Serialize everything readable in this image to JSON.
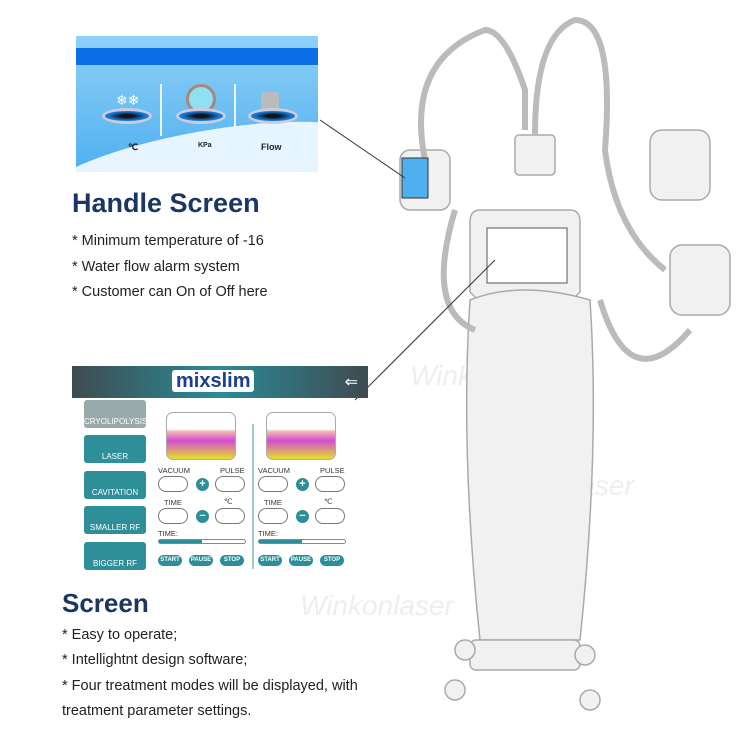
{
  "handle_screen": {
    "labels": [
      "℃",
      "KPa",
      "Flow"
    ],
    "title": "Handle Screen",
    "bullets": [
      "* Minimum temperature of -16",
      "* Water flow alarm system",
      "* Customer can On of Off here"
    ]
  },
  "screen": {
    "logo": "mixslim",
    "modes": [
      "CRYOLIPOLYSIS",
      "LASER",
      "CAVITATION",
      "SMALLER RF",
      "BIGGER RF"
    ],
    "panel": {
      "vacuum": "VACUUM",
      "pulse": "PULSE",
      "time": "TIME",
      "temp": "℃",
      "time_bar": "TIME:",
      "plus": "+",
      "minus": "−",
      "start": "START",
      "pause": "PAUSE",
      "stop": "STOP",
      "progress": 0.5
    },
    "title": "Screen",
    "bullets": [
      "* Easy to operate;",
      "* Intellightnt design software;",
      "* Four treatment modes will be displayed, with",
      "treatment parameter settings."
    ]
  },
  "watermark": "Winkonlaser"
}
